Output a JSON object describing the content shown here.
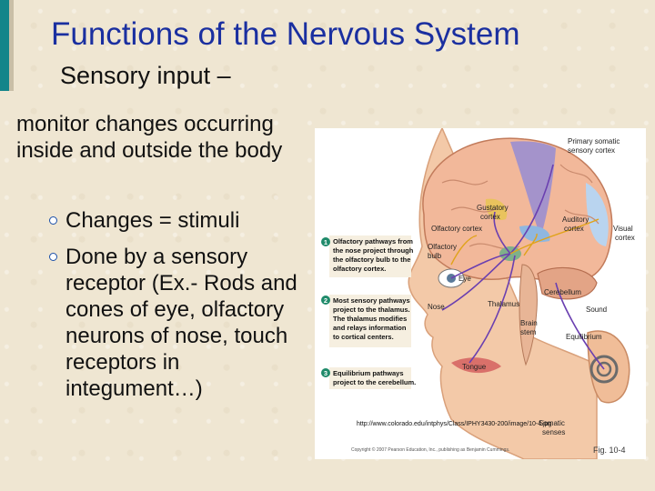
{
  "slide": {
    "title": "Functions of the Nervous System",
    "subtitle": "Sensory input –",
    "lead": "monitor changes occurring inside and outside the body",
    "bullets": [
      "Changes = stimuli",
      "Done by a sensory receptor (Ex.- Rods and cones of eye, olfactory neurons of nose, touch receptors in integument…)"
    ],
    "accent_color": "#13858a",
    "title_color": "#1a2fa0"
  },
  "figure": {
    "labels": {
      "primary_somatic": "Primary somatic",
      "sensory_cortex": "sensory cortex",
      "gustatory": "Gustatory",
      "cortex": "cortex",
      "auditory": "Auditory",
      "visual": "Visual",
      "olfactory_cortex": "Olfactory cortex",
      "olfactory": "Olfactory",
      "bulb": "bulb",
      "eye": "Eye",
      "nose": "Nose",
      "thalamus": "Thalamus",
      "cerebellum": "Cerebellum",
      "sound": "Sound",
      "brain": "Brain",
      "stem": "stem",
      "equilibrium": "Equilibrium",
      "tongue": "Tongue",
      "somatic": "Somatic",
      "senses": "senses"
    },
    "notes": [
      [
        "Olfactory pathways from",
        "the nose project through",
        "the olfactory bulb to the",
        "olfactory cortex."
      ],
      [
        "Most sensory pathways",
        "project to the thalamus.",
        "The thalamus modifies",
        "and relays information",
        "to cortical centers."
      ],
      [
        "Equilibrium pathways",
        "project to the cerebellum."
      ]
    ],
    "note_numbers": [
      "1",
      "2",
      "3"
    ],
    "copyright": "Copyright © 2007 Pearson Education, Inc., publishing as Benjamin Cummings.",
    "fig_number": "Fig. 10-4",
    "source_url": "http://www.colorado.edu/intphys/Class/IPHY3430-200/image/10-4.jpg"
  }
}
